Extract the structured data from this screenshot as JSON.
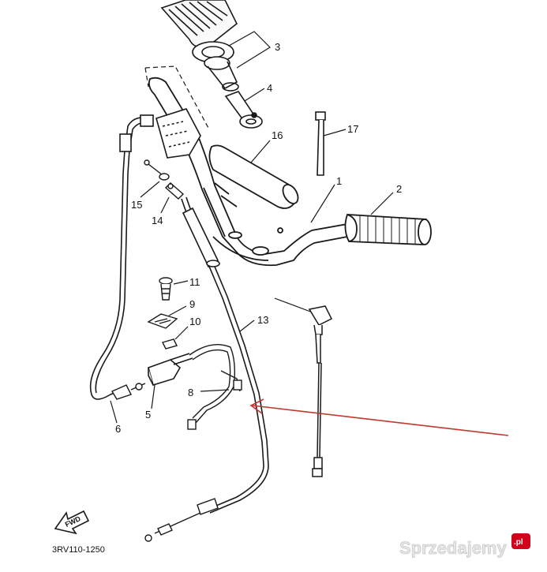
{
  "callouts": {
    "c1": "1",
    "c2": "2",
    "c3": "3",
    "c4": "4",
    "c5": "5",
    "c6": "6",
    "c8": "8",
    "c9": "9",
    "c10": "10",
    "c11": "11",
    "c13": "13",
    "c14": "14",
    "c15": "15",
    "c16": "16",
    "c17": "17"
  },
  "part_number": "3RV110-1250",
  "fwd_label": "FWD",
  "watermark": {
    "text": "Sprzedajemy",
    "suffix": ".pl"
  },
  "colors": {
    "line": "#1a1a1a",
    "arrow": "#c0392b"
  }
}
